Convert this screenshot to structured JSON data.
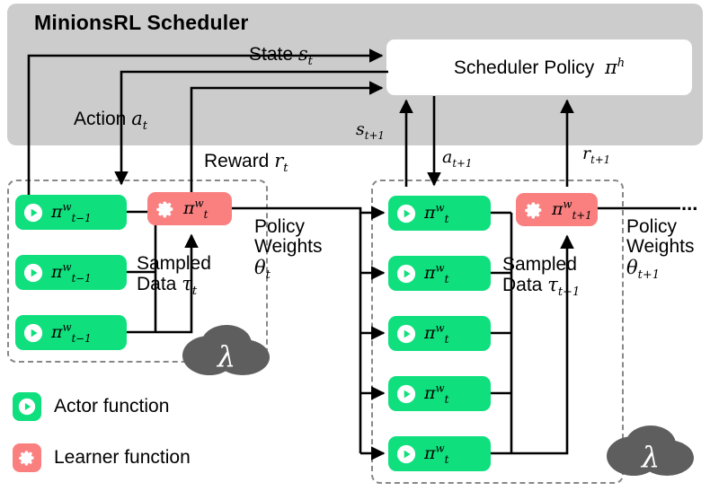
{
  "scheduler": {
    "title": "MinionsRL Scheduler",
    "panel_color": "#cccccc",
    "policy_box": {
      "label": "Scheduler  Policy  πʰ",
      "label_text": "Scheduler  Policy",
      "symbol": "π",
      "symbol_sup": "h"
    }
  },
  "signals": {
    "state_t": "State",
    "state_t_sym": "s",
    "state_t_sub": "t",
    "action_t": "Action",
    "action_t_sym": "a",
    "action_t_sub": "t",
    "reward_t": "Reward",
    "reward_t_sym": "r",
    "reward_t_sub": "t",
    "state_t1_sym": "s",
    "state_t1_sub": "t+1",
    "action_t1_sym": "a",
    "action_t1_sub": "t+1",
    "reward_t1_sym": "r",
    "reward_t1_sub": "t+1"
  },
  "colors": {
    "actor": "#0fe07d",
    "learner": "#fa8080",
    "panel_gray": "#cccccc",
    "cloud_gray": "#5e5e5e",
    "dashed_border": "#888888",
    "wire": "#000000"
  },
  "clusters": {
    "left": {
      "actors": [
        {
          "symbol": "π",
          "sup": "w",
          "sub": "t−1"
        },
        {
          "symbol": "π",
          "sup": "w",
          "sub": "t−1"
        },
        {
          "symbol": "π",
          "sup": "w",
          "sub": "t−1"
        }
      ],
      "learner": {
        "symbol": "π",
        "sup": "w",
        "sub": "t"
      },
      "sampled_data_line1": "Sampled",
      "sampled_data_line2": "Data",
      "sampled_data_sym": "τ",
      "sampled_data_sub": "t",
      "policy_weights_line1": "Policy",
      "policy_weights_line2": "Weights",
      "policy_weights_sym": "θ",
      "policy_weights_sub": "t",
      "cloud_glyph": "λ"
    },
    "right": {
      "actors": [
        {
          "symbol": "π",
          "sup": "w",
          "sub": "t"
        },
        {
          "symbol": "π",
          "sup": "w",
          "sub": "t"
        },
        {
          "symbol": "π",
          "sup": "w",
          "sub": "t"
        },
        {
          "symbol": "π",
          "sup": "w",
          "sub": "t"
        },
        {
          "symbol": "π",
          "sup": "w",
          "sub": "t"
        }
      ],
      "learner": {
        "symbol": "π",
        "sup": "w",
        "sub": "t+1"
      },
      "sampled_data_line1": "Sampled",
      "sampled_data_line2": "Data",
      "sampled_data_sym": "τ",
      "sampled_data_sub": "t+1",
      "policy_weights_line1": "Policy",
      "policy_weights_line2": "Weights",
      "policy_weights_sym": "θ",
      "policy_weights_sub": "t+1",
      "cloud_glyph": "λ"
    }
  },
  "ellipsis": "...",
  "legend": {
    "items": [
      {
        "label": "Actor function",
        "icon": "play-icon",
        "color": "#0fe07d"
      },
      {
        "label": "Learner function",
        "icon": "gear-icon",
        "color": "#fa8080"
      }
    ]
  }
}
